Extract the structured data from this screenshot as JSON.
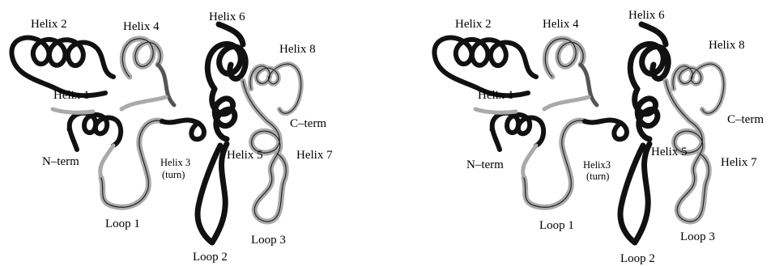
{
  "panels": [
    {
      "id": "left",
      "labels": {
        "helix2": "Helix 2",
        "helix4": "Helix 4",
        "helix6": "Helix 6",
        "helix8": "Helix 8",
        "helix1": "Helix 1",
        "cterm": "C–term",
        "nterm": "N–term",
        "helix3": "Helix 3",
        "turn": "(turn)",
        "helix5": "Helix 5",
        "helix7": "Helix 7",
        "loop1": "Loop 1",
        "loop3": "Loop 3",
        "loop2": "Loop 2"
      }
    },
    {
      "id": "right",
      "labels": {
        "helix2": "Helix 2",
        "helix4": "Helix 4",
        "helix6": "Helix 6",
        "helix8": "Helix 8",
        "helix1": "Helix 1",
        "cterm": "C–term",
        "nterm": "N–term",
        "helix3": "Helix3",
        "turn": "(turn)",
        "helix5": "Helix 5",
        "helix7": "Helix 7",
        "loop1": "Loop 1",
        "loop3": "Loop 3",
        "loop2": "Loop 2"
      }
    }
  ],
  "colors": {
    "dark_tube": "#111111",
    "mid_tube": "#555555",
    "light_tube": "#aaaaaa",
    "background": "#ffffff"
  }
}
